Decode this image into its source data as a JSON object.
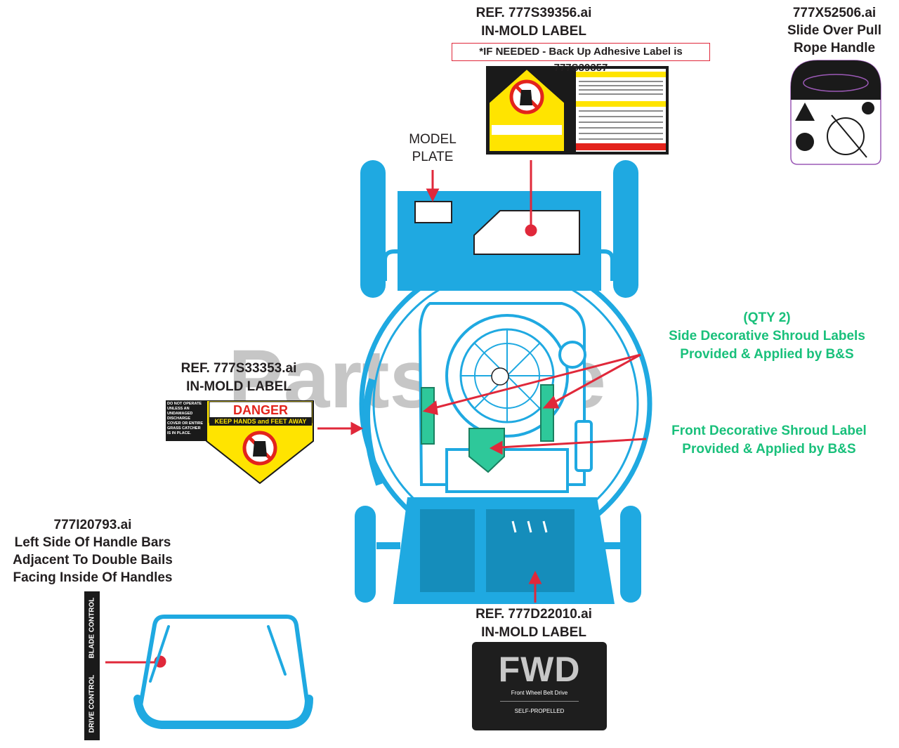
{
  "watermark": "PartsTree",
  "labels": {
    "top_center": {
      "ref": "REF. 777S39356.ai",
      "type": "IN-MOLD LABEL",
      "note": "*IF NEEDED - Back Up Adhesive Label is 777S39357"
    },
    "top_right": {
      "ref": "777X52506.ai",
      "line2": "Slide Over Pull",
      "line3": "Rope Handle"
    },
    "model_plate": {
      "line1": "MODEL",
      "line2": "PLATE"
    },
    "side_shroud": {
      "qty": "(QTY 2)",
      "line2": "Side Decorative Shroud Labels",
      "line3": "Provided & Applied by B&S"
    },
    "front_shroud": {
      "line1": "Front Decorative Shroud Label",
      "line2": "Provided & Applied by B&S"
    },
    "left_mid": {
      "ref": "REF. 777S33353.ai",
      "type": "IN-MOLD LABEL"
    },
    "bottom_left": {
      "ref": "777I20793.ai",
      "line2": "Left Side Of Handle Bars",
      "line3": "Adjacent To Double Bails",
      "line4": "Facing Inside Of Handles"
    },
    "bottom_center": {
      "ref": "REF. 777D22010.ai",
      "type": "IN-MOLD LABEL"
    }
  },
  "danger_decal": {
    "header": "DANGER",
    "subheader": "KEEP HANDS and FEET AWAY",
    "side_text": "DO NOT OPERATE UNLESS AN UNDAMAGED DISCHARGE COVER OR ENTIRE GRASS CATCHER IS IN PLACE."
  },
  "fwd_decal": {
    "big": "FWD",
    "sub": "Front Wheel Belt Drive",
    "foot": "SELF-PROPELLED"
  },
  "bail_strip": {
    "upper": "BLADE CONTROL",
    "lower": "DRIVE CONTROL"
  },
  "colors": {
    "mower_blue": "#1fa9e1",
    "arrow_red": "#e0283a",
    "callout_green": "#19c07b",
    "shroud_green": "#2ec89a",
    "danger_yellow": "#ffe400",
    "danger_red": "#e3231c"
  }
}
